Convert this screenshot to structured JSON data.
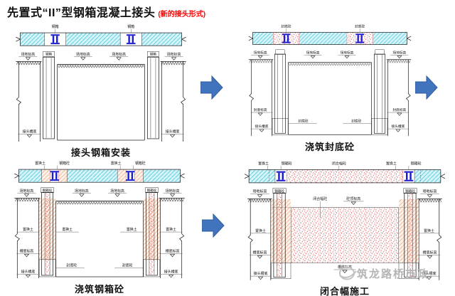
{
  "title": {
    "main": "先置式“II”型钢箱混凝土接头",
    "note": "(新的接头形式)"
  },
  "panels": [
    {
      "caption": "接头钢箱安装"
    },
    {
      "caption": "浇筑封底砼"
    },
    {
      "caption": "浇筑钢箱砼"
    },
    {
      "caption": "闭合幅施工"
    }
  ],
  "labels": {
    "steel_box": "钢箱",
    "site_elevation": "场地标高",
    "joint_trench_bottom": "接头槽底",
    "seal_concrete": "封底砼",
    "seal_elevation": "封底标高",
    "trench_bottom_elevation": "槽底标高",
    "box_concrete": "钢箱砼",
    "replaced_soil": "置换土",
    "closure_concrete": "闭合幅砼",
    "concrete_top_elevation": "砼顶标高"
  },
  "watermark": {
    "text": "筑龙路桥市政"
  },
  "colors": {
    "steel_blue": "#1c1cd0",
    "arrow_blue": "#4274bd",
    "panel_cyan": "#d6f4fa",
    "soil_pink": "#fdf3ec",
    "concrete_red": "#d33333",
    "note_red": "#ff0000",
    "watermark_gray": "#b5b5b5"
  }
}
